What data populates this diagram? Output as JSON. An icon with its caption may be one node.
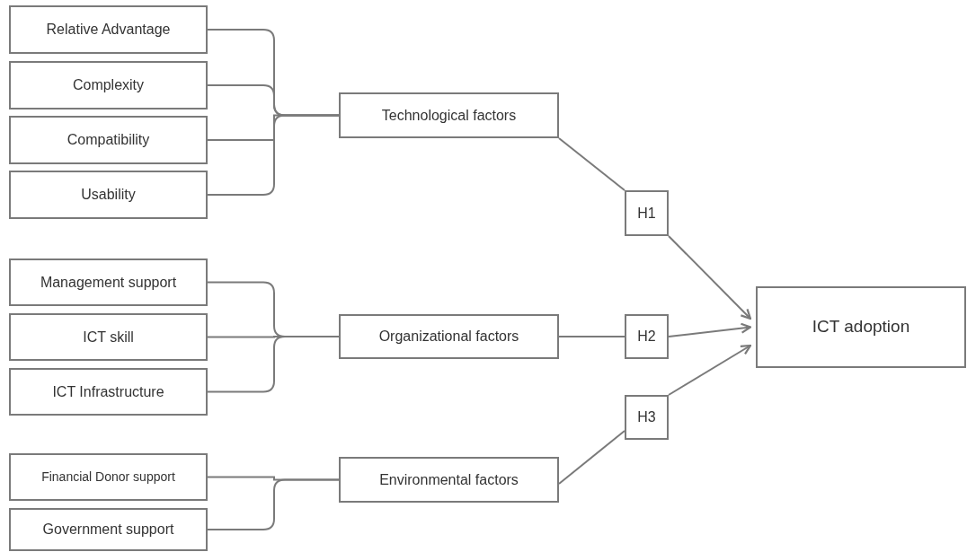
{
  "diagram": {
    "nodes": [
      {
        "text": [
          "Relative Advantage"
        ]
      },
      {
        "text": [
          "Complexity"
        ]
      },
      {
        "text": [
          "Compatibility"
        ]
      },
      {
        "text": [
          "Usability"
        ]
      },
      {
        "text": [
          "Technological factors"
        ]
      },
      {
        "text": [
          "H1"
        ]
      },
      {
        "text": [
          "Management support"
        ]
      },
      {
        "text": [
          "ICT skill"
        ]
      },
      {
        "text": [
          "ICT Infrastructure"
        ]
      },
      {
        "text": [
          "Organizational factors"
        ]
      },
      {
        "text": [
          "H2"
        ]
      },
      {
        "text": [
          "ICT adoption"
        ]
      },
      {
        "text": [
          "Financial Donor support"
        ]
      },
      {
        "text": [
          "Government support"
        ]
      },
      {
        "text": [
          "Environmental factors"
        ]
      },
      {
        "text": [
          "H3"
        ]
      }
    ],
    "edges": [
      {
        "from": 0,
        "to": 4,
        "arrow": "none"
      },
      {
        "from": 1,
        "to": 4,
        "arrow": "none"
      },
      {
        "from": 2,
        "to": 4,
        "arrow": "none"
      },
      {
        "from": 3,
        "to": 4,
        "arrow": "none"
      },
      {
        "from": 4,
        "to": 5,
        "arrow": "none"
      },
      {
        "from": 5,
        "to": 11,
        "arrow": "to"
      },
      {
        "from": 6,
        "to": 9,
        "arrow": "none"
      },
      {
        "from": 7,
        "to": 9,
        "arrow": "none"
      },
      {
        "from": 8,
        "to": 9,
        "arrow": "none"
      },
      {
        "from": 9,
        "to": 10,
        "arrow": "none"
      },
      {
        "from": 10,
        "to": 11,
        "arrow": "to"
      },
      {
        "from": 12,
        "to": 14,
        "arrow": "none"
      },
      {
        "from": 13,
        "to": 14,
        "arrow": "none"
      },
      {
        "from": 14,
        "to": 15,
        "arrow": "none"
      },
      {
        "from": 15,
        "to": 11,
        "arrow": "to"
      }
    ]
  }
}
